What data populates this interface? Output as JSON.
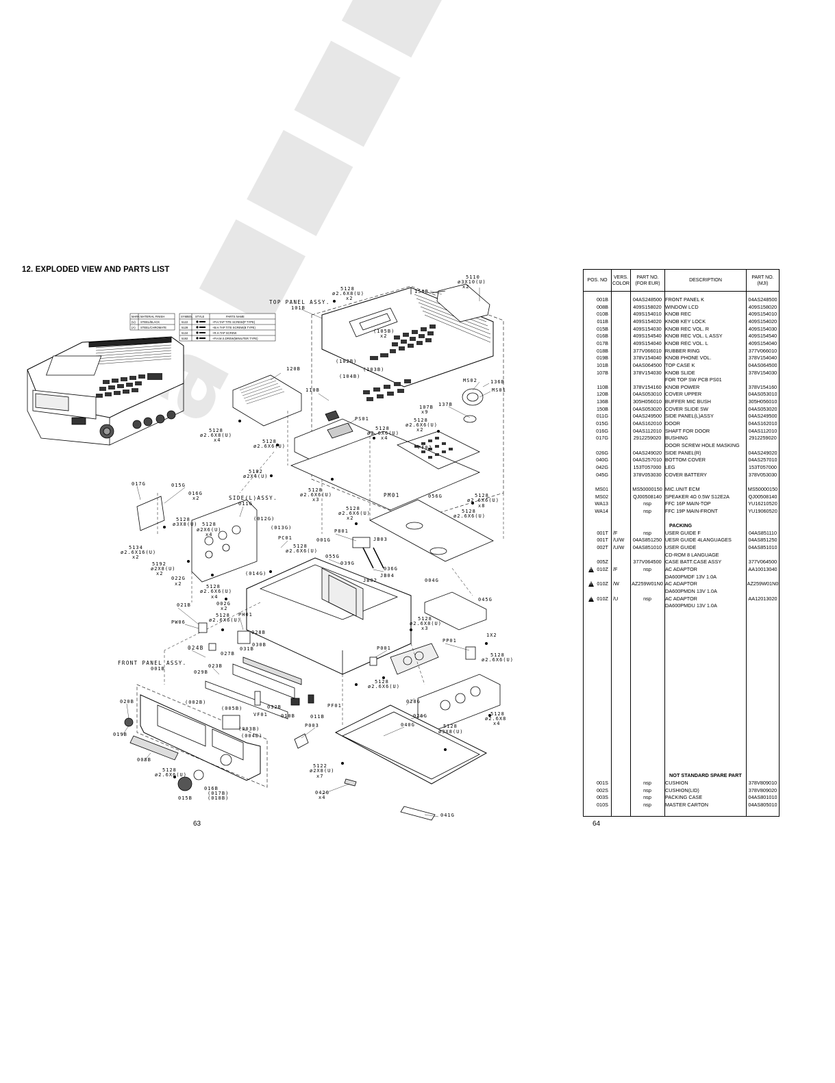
{
  "title": "12. EXPLODED VIEW AND PARTS LIST",
  "page_left": "63",
  "page_right": "64",
  "watermark": "a ■■■■■■.com",
  "diagram": {
    "legend_mark": {
      "headers": [
        "MARK",
        "MATERIAL FINISH"
      ],
      "rows": [
        [
          "(U)",
          "STEEL/BLACK"
        ],
        [
          "(A)",
          "STEEL/CHROMATE"
        ]
      ]
    },
    "legend_symbol": {
      "headers": [
        "SYMBOL",
        "STYLE",
        "PARTS NAME"
      ],
      "rows": [
        [
          "5122",
          "+P.H.TAP TITE SCREW(P TYPE)"
        ],
        [
          "5128",
          "+B.H.TAP TITE SCREW(B TYPE)"
        ],
        [
          "5134",
          "+R.H.TAP SCREW"
        ],
        [
          "5192",
          "+P.H.M.S.DREW(MINIUTER TYPE)"
        ]
      ]
    },
    "labels": {
      "l01": "5110",
      "l02": "ø3X10(U)",
      "l03": "x2",
      "l04": "5128",
      "l05": "ø2.6X8(U)",
      "l06": "x2",
      "l07": "150B",
      "l08": "TOP PANEL ASSY.",
      "l09": "101B",
      "l10": "(105B)",
      "l11": "x2",
      "l12": "(102B)",
      "l13": "(103B)",
      "l14": "(104B)",
      "l15": "MS02",
      "l16": "136B",
      "l17": "MS01",
      "l18": "120B",
      "l19": "110B",
      "l20": "107B",
      "l21": "x9",
      "l22": "137B",
      "l23": "PS01",
      "l24": "5128",
      "l25": "ø2.6X8(U)",
      "l26": "x4",
      "l27": "5128",
      "l28": "ø2.6X6(U)",
      "l29": "5128",
      "l30": "ø2.6X6(U)",
      "l31": "x4",
      "l32": "5128",
      "l33": "ø2.6X6(U)",
      "l34": "x2",
      "l35": "PF02",
      "l36": "5182",
      "l37": "ø2X4(U)",
      "l38": "017G",
      "l39": "015G",
      "l40": "016G",
      "l41": "x2",
      "l42": "SIDE(L)ASSY.",
      "l43": "011G",
      "l44": "5128",
      "l45": "ø2.6X6(U)",
      "l46": "x3",
      "l47": "PM01",
      "l48": "056G",
      "l49": "5128",
      "l50": "ø2.6X6(U)",
      "l51": "x8",
      "l52": "(012G)",
      "l53": "5128",
      "l54": "ø3X8(U)",
      "l55": "5128",
      "l56": "ø2X6(U)",
      "l57": "x4",
      "l58": "(013G)",
      "l59": "5128",
      "l60": "ø2.6X6(U)",
      "l61": "x2",
      "l62": "5128",
      "l63": "ø2.6X6(U)",
      "l64": "5134",
      "l65": "ø2.6X16(U)",
      "l66": "x2",
      "l67": "PC01",
      "l68": "5128",
      "l69": "ø2.6X6(U)",
      "l70": "001G",
      "l71": "P801",
      "l72": "JB03",
      "l73": "055G",
      "l74": "039G",
      "l75": "036G",
      "l76": "JB04",
      "l77": "JB02",
      "l78": "5192",
      "l79": "ø2X8(U)",
      "l80": "x2",
      "l81": "(014G)",
      "l82": "004G",
      "l83": "022G",
      "l84": "x2",
      "l85": "5128",
      "l86": "ø2.6X6(U)",
      "l87": "x4",
      "l88": "002G",
      "l89": "x2",
      "l90": "045G",
      "l91": "021B",
      "l92": "5128",
      "l93": "ø2.6X6(U)",
      "l94": "PH01",
      "l95": "5128",
      "l96": "ø2.6X8(U)",
      "l97": "x3",
      "l98": "PW06",
      "l99": "028B",
      "l100": "030B",
      "l101": "031B",
      "l102": "PP01",
      "l103": "1X2",
      "l104": "024B",
      "l105": "027B",
      "l106": "023B",
      "l107": "P001",
      "l108": "5128",
      "l109": "ø2.6X6(U)",
      "l110": "FRONT PANEL ASSY.",
      "l111": "001B",
      "l112": "029B",
      "l113": "5128",
      "l114": "ø2.6X6(U)",
      "l115": "(002B)",
      "l116": "(005B)",
      "l117": "032B",
      "l118": "PF01",
      "l119": "020B",
      "l120": "VF01",
      "l121": "010B",
      "l122": "011B",
      "l123": "028G",
      "l124": "026G",
      "l125": "5128",
      "l126": "ø2.6X8",
      "l127": "x4",
      "l128": "(003B)",
      "l129": "(004B)",
      "l130": "P003",
      "l131": "040G",
      "l132": "5128",
      "l133": "ø3X8(U)",
      "l134": "019B",
      "l135": "008B",
      "l136": "5128",
      "l137": "ø2.6X6(U)",
      "l138": "5122",
      "l139": "ø2X8(U)",
      "l140": "x7",
      "l141": "016B",
      "l142": "(017B)",
      "l143": "(018B)",
      "l144": "015B",
      "l145": "042G",
      "l146": "x4",
      "l147": "041G"
    }
  },
  "parts_table": {
    "headers": {
      "pos": "POS. NO",
      "vers": "VERS. COLOR",
      "part_no": "PART NO. (FOR EUR)",
      "desc": "DESCRIPTION",
      "part_no_mji": "PART NO. (MJI)"
    },
    "rows": [
      {
        "pos": "001B",
        "vers": "",
        "part": "04AS248500",
        "desc": "FRONT PANEL K",
        "mji": "04AS248500"
      },
      {
        "pos": "008B",
        "vers": "",
        "part": "409S158020",
        "desc": "WINDOW LCD",
        "mji": "409S158020"
      },
      {
        "pos": "010B",
        "vers": "",
        "part": "409S154010",
        "desc": "KNOB REC",
        "mji": "409S154010"
      },
      {
        "pos": "011B",
        "vers": "",
        "part": "409S154020",
        "desc": "KNOB KEY LOCK",
        "mji": "409S154020"
      },
      {
        "pos": "015B",
        "vers": "",
        "part": "409S154030",
        "desc": "KNOB REC VOL. R",
        "mji": "409S154030"
      },
      {
        "pos": "016B",
        "vers": "",
        "part": "409S154540",
        "desc": "KNOB REC VOL. L ASSY",
        "mji": "409S154540"
      },
      {
        "pos": "017B",
        "vers": "",
        "part": "409S154040",
        "desc": "KNOB REC VOL. L",
        "mji": "409S154040"
      },
      {
        "pos": "018B",
        "vers": "",
        "part": "377V066010",
        "desc": "RUBBER RING",
        "mji": "377V066010"
      },
      {
        "pos": "019B",
        "vers": "",
        "part": "378V154040",
        "desc": "KNOB PHONE VOL.",
        "mji": "378V154040"
      },
      {
        "pos": "101B",
        "vers": "",
        "part": "04AS064500",
        "desc": "TOP CASE K",
        "mji": "04AS064500"
      },
      {
        "pos": "107B",
        "vers": "",
        "part": "378V154030",
        "desc": "KNOB SLIDE",
        "mji": "378V154030"
      },
      {
        "pos": "",
        "vers": "",
        "part": "",
        "desc": "FOR TOP SW PCB PS01",
        "mji": ""
      },
      {
        "pos": "110B",
        "vers": "",
        "part": "378V154160",
        "desc": "KNOB POWER",
        "mji": "378V154160"
      },
      {
        "pos": "120B",
        "vers": "",
        "part": "04AS053010",
        "desc": "COVER UPPER",
        "mji": "04AS053010"
      },
      {
        "pos": "136B",
        "vers": "",
        "part": "305H056010",
        "desc": "BUFFER MIC BUSH",
        "mji": "305H056010"
      },
      {
        "pos": "150B",
        "vers": "",
        "part": "04AS053020",
        "desc": "COVER SLIDE SW",
        "mji": "04AS053020"
      },
      {
        "pos": "011G",
        "vers": "",
        "part": "04AS249500",
        "desc": "SIDE PANEL(L)ASSY",
        "mji": "04AS249500"
      },
      {
        "pos": "015G",
        "vers": "",
        "part": "04AS162010",
        "desc": "DOOR",
        "mji": "04AS162010"
      },
      {
        "pos": "016G",
        "vers": "",
        "part": "04AS112010",
        "desc": "SHAFT FOR DOOR",
        "mji": "04AS112010"
      },
      {
        "pos": "017G",
        "vers": "",
        "part": "2912259020",
        "desc": "BUSHING",
        "mji": "2912259020"
      },
      {
        "pos": "",
        "vers": "",
        "part": "",
        "desc": "DOOR SCREW HOLE MASKING",
        "mji": ""
      },
      {
        "pos": "026G",
        "vers": "",
        "part": "04AS249020",
        "desc": "SIDE PANEL(R)",
        "mji": "04AS249020"
      },
      {
        "pos": "040G",
        "vers": "",
        "part": "04AS257010",
        "desc": "BOTTOM COVER",
        "mji": "04AS257010"
      },
      {
        "pos": "042G",
        "vers": "",
        "part": "153T057000",
        "desc": "LEG",
        "mji": "153T057000"
      },
      {
        "pos": "045G",
        "vers": "",
        "part": "378V053030",
        "desc": "COVER BATTERY",
        "mji": "378V053030"
      },
      {
        "pos": "",
        "vers": "",
        "part": "",
        "desc": "",
        "mji": ""
      },
      {
        "pos": "MS01",
        "vers": "",
        "part": "MS50000150",
        "desc": "MIC.UNIT ECM",
        "mji": "MS50000150"
      },
      {
        "pos": "MS02",
        "vers": "",
        "part": "QJ00508140",
        "desc": "SPEAKER      4Ω      0.5W S12E2A",
        "mji": "QJ00508140"
      },
      {
        "pos": "WA13",
        "vers": "",
        "part": "nsp",
        "desc": "FFC 16P MAIN-TOP",
        "mji": "YU16210520"
      },
      {
        "pos": "WA14",
        "vers": "",
        "part": "nsp",
        "desc": "FFC 19P MAIN-FRONT",
        "mji": "YU19060520"
      },
      {
        "pos": "",
        "vers": "",
        "part": "",
        "desc": "",
        "mji": ""
      },
      {
        "pos": "",
        "vers": "",
        "part": "",
        "desc": "PACKING",
        "mji": "",
        "section": true
      },
      {
        "pos": "001T",
        "vers": "/F",
        "part": "nsp",
        "desc": "USER GUIDE F",
        "mji": "04AS851110"
      },
      {
        "pos": "001T",
        "vers": "/U/W",
        "part": "04AS851250",
        "desc": "UESR GUIDE 4LANGUAGES",
        "mji": "04AS851250"
      },
      {
        "pos": "002T",
        "vers": "/U/W",
        "part": "04AS851010",
        "desc": "USER GUIDE",
        "mji": "04AS851010"
      },
      {
        "pos": "",
        "vers": "",
        "part": "",
        "desc": "CD-ROM 8 LANGUAGE",
        "mji": ""
      },
      {
        "pos": "005Z",
        "vers": "",
        "part": "377V064500",
        "desc": "CASE BATT.CASE ASSY",
        "mji": "377V064500"
      },
      {
        "pos": "010Z",
        "vers": "/F",
        "part": "nsp",
        "desc": "AC ADAPTOR",
        "mji": "AA10013040",
        "warn": true
      },
      {
        "pos": "",
        "vers": "",
        "part": "",
        "desc": "DA600PMDF 13V 1.0A",
        "mji": ""
      },
      {
        "pos": "010Z",
        "vers": "/W",
        "part": "AZ259W01N0",
        "desc": "AC ADAPTOR",
        "mji": "AZ259W01N0",
        "warn": true
      },
      {
        "pos": "",
        "vers": "",
        "part": "",
        "desc": "DA600PMDN 13V 1.0A",
        "mji": ""
      },
      {
        "pos": "010Z",
        "vers": "/U",
        "part": "nsp",
        "desc": "AC ADAPTOR",
        "mji": "AA12013020",
        "warn": true
      },
      {
        "pos": "",
        "vers": "",
        "part": "",
        "desc": "DA600PMDU 13V 1.0A",
        "mji": ""
      }
    ],
    "footer_section": "NOT STANDARD SPARE PART",
    "footer_rows": [
      {
        "pos": "001S",
        "vers": "",
        "part": "nsp",
        "desc": "CUSHION",
        "mji": "378V809010"
      },
      {
        "pos": "002S",
        "vers": "",
        "part": "nsp",
        "desc": "CUSHION(LID)",
        "mji": "378V809020"
      },
      {
        "pos": "003S",
        "vers": "",
        "part": "nsp",
        "desc": "PACKING CASE",
        "mji": "04AS801010"
      },
      {
        "pos": "010S",
        "vers": "",
        "part": "nsp",
        "desc": "MASTER CARTON",
        "mji": "04AS805010"
      }
    ]
  }
}
